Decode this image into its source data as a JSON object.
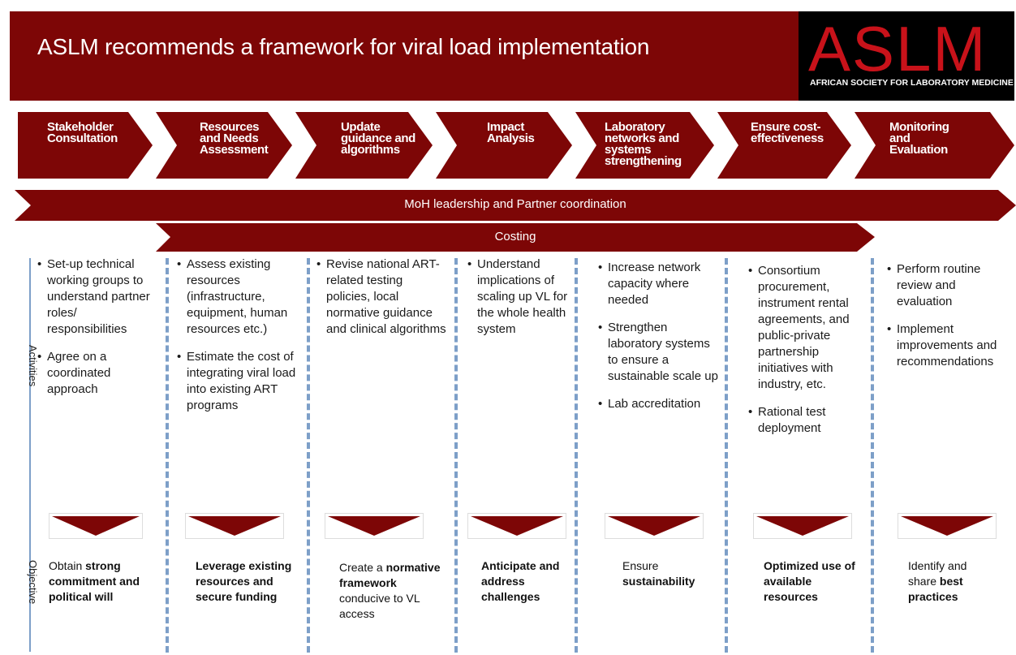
{
  "header": {
    "title": "ASLM recommends a framework for viral load implementation",
    "logo_text": "ASLM",
    "logo_subtitle": "AFRICAN SOCIETY FOR LABORATORY MEDICINE"
  },
  "colors": {
    "primary": "#7d0606",
    "divider": "#7d9fc8",
    "logo_red": "#c8121a"
  },
  "steps": [
    {
      "label": "Stakeholder\nConsultation"
    },
    {
      "label": "Resources\nand Needs\nAssessment"
    },
    {
      "label": "Update\nguidance and\nalgorithms"
    },
    {
      "label": "Impact\nAnalysis"
    },
    {
      "label": "Laboratory\nnetworks and\nsystems\nstrengthening"
    },
    {
      "label": "Ensure cost-\neffectiveness"
    },
    {
      "label": "Monitoring\nand\nEvaluation"
    }
  ],
  "bars": {
    "leadership": "MoH leadership and Partner coordination",
    "costing": "Costing"
  },
  "side_labels": {
    "activities": "Activities",
    "objective": "Objective"
  },
  "columns": [
    {
      "bullets": [
        "Set-up technical working groups to understand partner roles/ responsibilities",
        "Agree on a coordinated approach"
      ]
    },
    {
      "bullets": [
        "Assess existing resources (infrastructure, equipment, human resources etc.)",
        "Estimate the cost of integrating viral load into existing ART programs"
      ]
    },
    {
      "bullets": [
        "Revise national ART-related testing policies, local normative guidance and clinical algorithms"
      ]
    },
    {
      "bullets": [
        "Understand implications of scaling up VL for the whole health system"
      ]
    },
    {
      "bullets": [
        "Increase network capacity where needed",
        "Strengthen laboratory systems to ensure a sustainable scale up",
        "Lab accreditation"
      ]
    },
    {
      "bullets": [
        "Consortium procurement, instrument rental agreements, and public-private partnership initiatives with industry, etc.",
        "Rational test deployment"
      ]
    },
    {
      "bullets": [
        "Perform routine review and evaluation",
        "Implement improvements and recommendations"
      ]
    }
  ],
  "objectives": [
    [
      {
        "t": "Obtain ",
        "b": false
      },
      {
        "t": "strong commitment and political will",
        "b": true
      }
    ],
    [
      {
        "t": "Leverage existing resources and secure funding",
        "b": true
      }
    ],
    [
      {
        "t": "Create a ",
        "b": false
      },
      {
        "t": "normative framework",
        "b": true
      },
      {
        "t": " conducive to VL access",
        "b": false
      }
    ],
    [
      {
        "t": "Anticipate and address challenges",
        "b": true
      }
    ],
    [
      {
        "t": "Ensure ",
        "b": false
      },
      {
        "t": "sustainability",
        "b": true
      }
    ],
    [
      {
        "t": "Optimized use of  available resources",
        "b": true
      }
    ],
    [
      {
        "t": "Identify and share ",
        "b": false
      },
      {
        "t": "best practices",
        "b": true
      }
    ]
  ]
}
